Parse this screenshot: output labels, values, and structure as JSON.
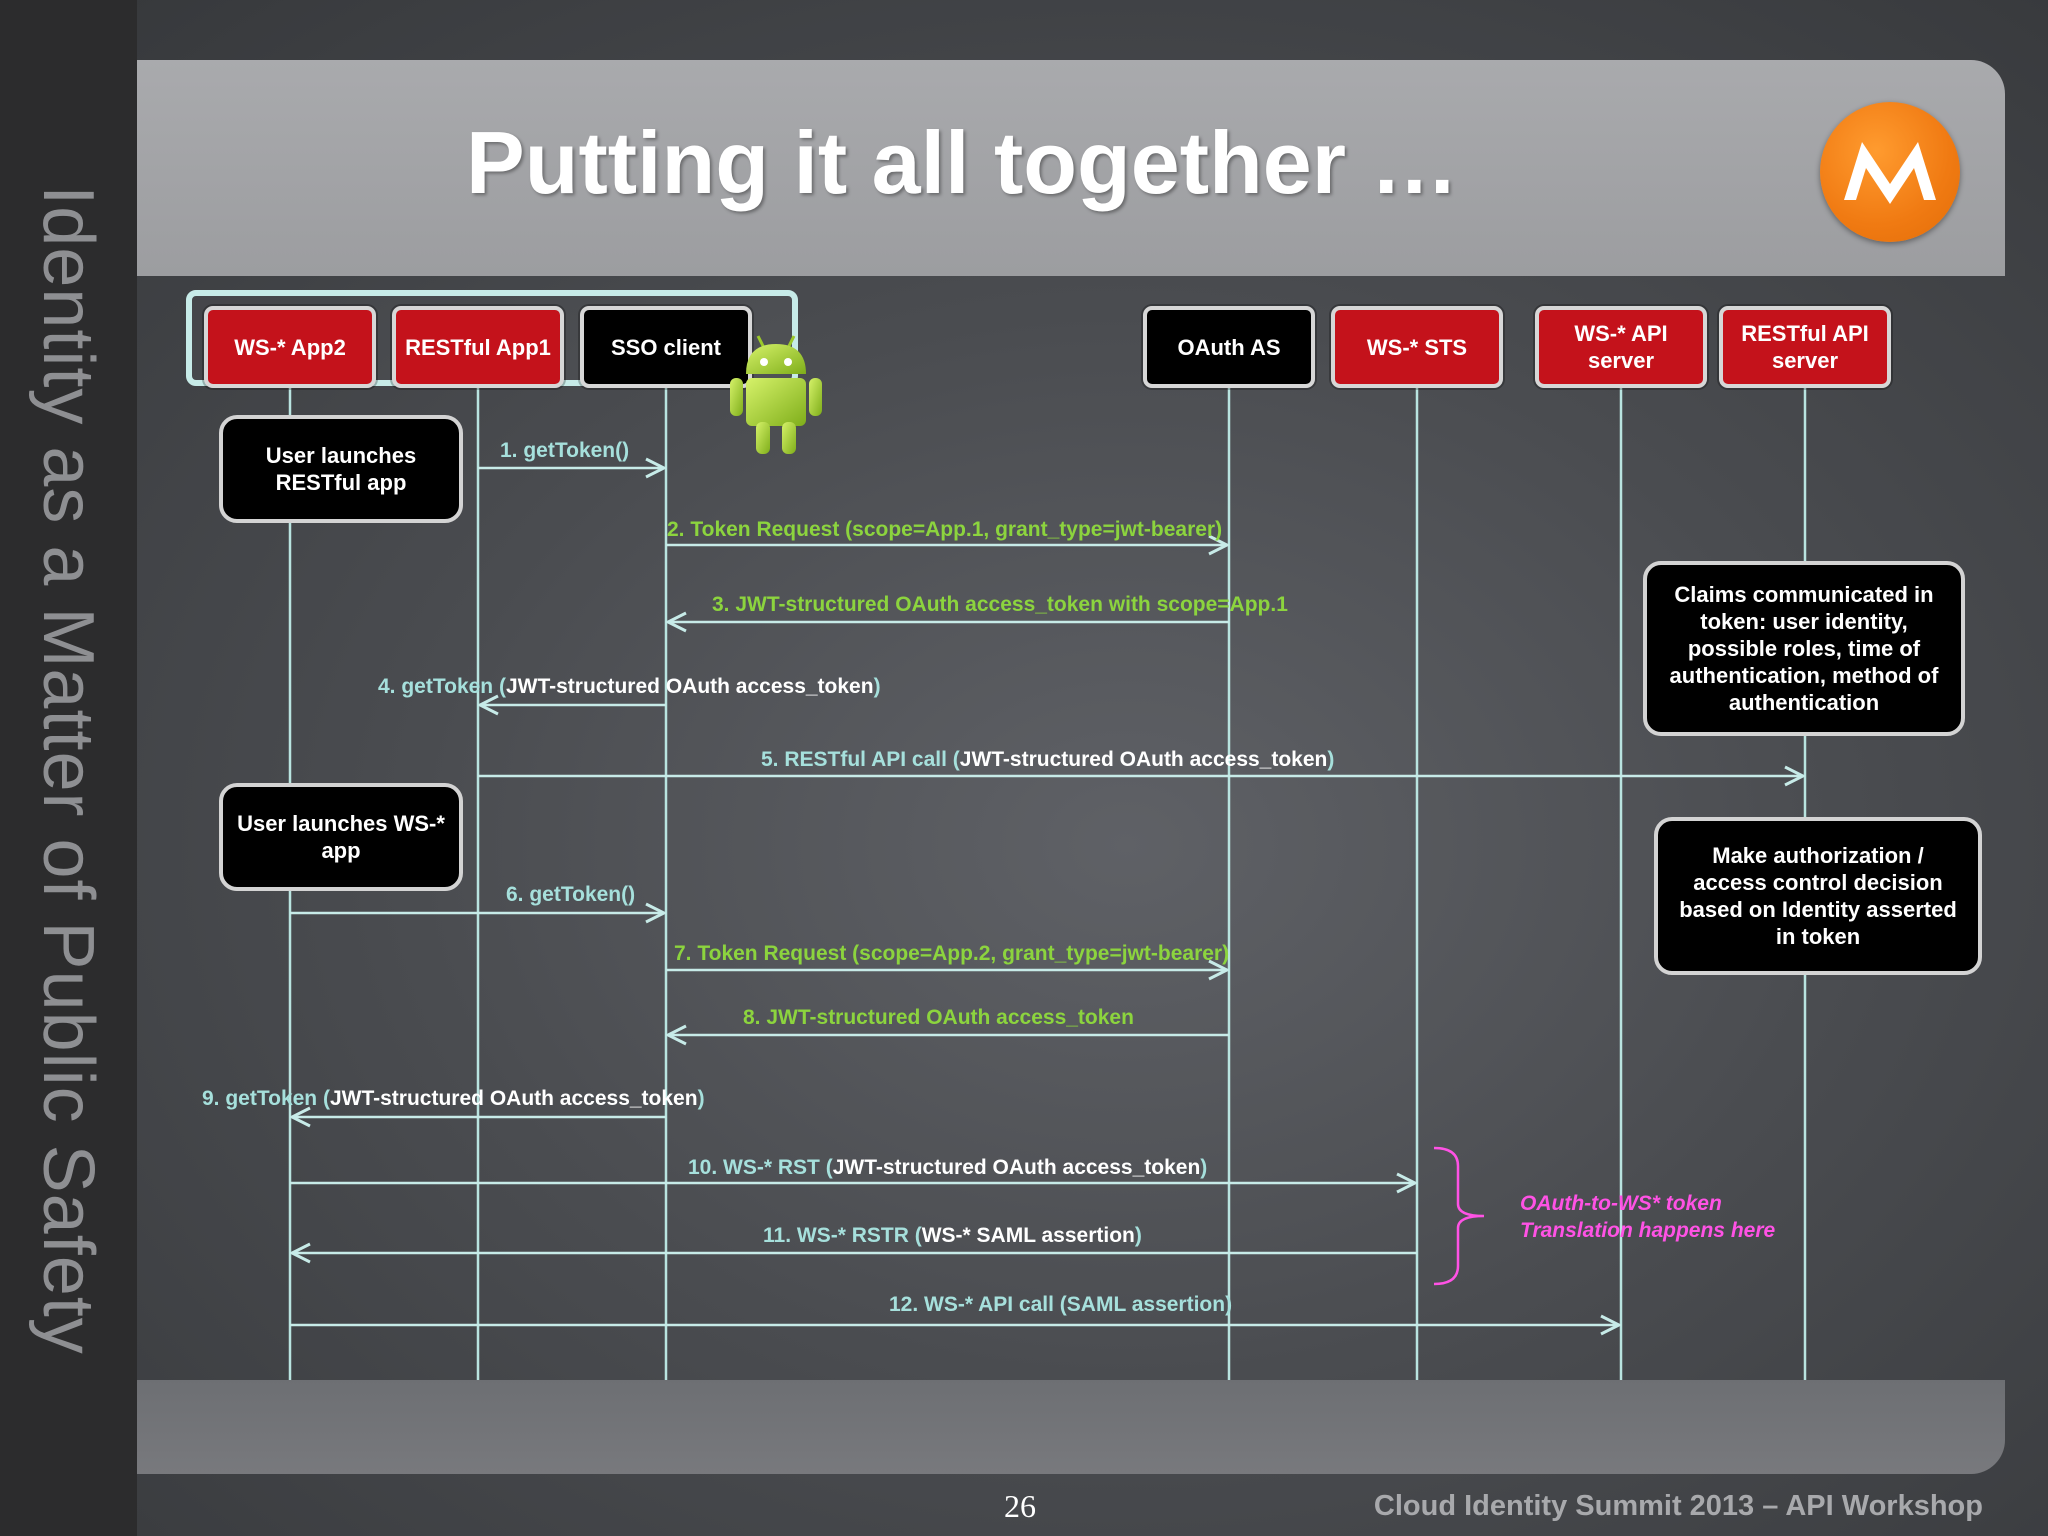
{
  "sidebar": {
    "text": "Identity as a Matter of Public Safety"
  },
  "title": "Putting it all together …",
  "actors": {
    "ws_app2": "WS-* App2",
    "restful_app1": "RESTful App1",
    "sso_client": "SSO client",
    "oauth_as": "OAuth AS",
    "ws_sts": "WS-* STS",
    "ws_api_server": "WS-* API server",
    "restful_api_server": "RESTful API server"
  },
  "notes": {
    "launch_restful": "User launches RESTful app",
    "launch_ws": "User launches WS-* app",
    "claims": "Claims communicated in token: user identity, possible roles, time of authentication, method of authentication",
    "authz": "Make authorization / access control decision based on Identity asserted in token"
  },
  "messages": {
    "m1": "1. getToken()",
    "m2": "2. Token Request (scope=App.1, grant_type=jwt-bearer)",
    "m3": "3. JWT-structured OAuth access_token with scope=App.1",
    "m4_a": "4. getToken (",
    "m4_b": "JWT-structured OAuth access_token",
    "m4_c": ")",
    "m5_a": "5. RESTful API call (",
    "m5_b": "JWT-structured OAuth access_token",
    "m5_c": ")",
    "m6": "6. getToken()",
    "m7": "7. Token Request (scope=App.2, grant_type=jwt-bearer)",
    "m8": "8. JWT-structured OAuth access_token",
    "m9_a": "9. getToken (",
    "m9_b": "JWT-structured OAuth access_token",
    "m9_c": ")",
    "m10_a": "10. WS-* RST (",
    "m10_b": "JWT-structured OAuth access_token",
    "m10_c": ")",
    "m11_a": "11. WS-* RSTR (",
    "m11_b": "WS-* SAML assertion",
    "m11_c": ")",
    "m12": "12. WS-* API call (SAML assertion)"
  },
  "translation_note": {
    "line1": "OAuth-to-WS* token",
    "line2": "Translation happens here"
  },
  "logo_icon": "motorola-logo-icon",
  "android_icon": "android-robot-icon",
  "footer": {
    "page_number": "26",
    "event": "Cloud Identity Summit 2013 – API Workshop"
  },
  "colors": {
    "actor_red": "#c4121b",
    "lifeline": "#b9e4e0",
    "message_green": "#8cd43e",
    "message_cyan": "#a6e0dc",
    "annotation_pink": "#ff52e5",
    "logo_orange": "#f58220"
  }
}
